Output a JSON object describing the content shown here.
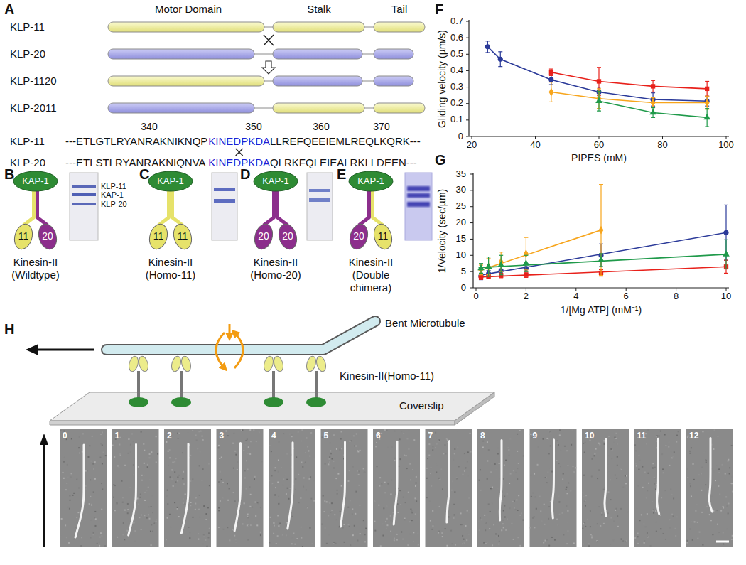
{
  "diagram": {
    "nodes": [
      {
        "text": [
          "KAP-1"
        ]
      },
      {
        "text": [
          "11"
        ]
      },
      {
        "text": [
          "20"
        ]
      },
      {
        "text": [
          "KAP-1"
        ]
      },
      {
        "text": [
          "11"
        ]
      },
      {
        "text": [
          "11"
        ]
      },
      {
        "text": [
          "KAP-1"
        ]
      },
      {
        "text": [
          "20"
        ]
      },
      {
        "text": [
          "20"
        ]
      },
      {
        "text": [
          "KAP-1"
        ]
      },
      {
        "text": [
          "20"
        ]
      },
      {
        "text": [
          "11"
        ]
      }
    ],
    "edges": [
      {
        "from": 0,
        "to": 1,
        "arrow": "none"
      },
      {
        "from": 0,
        "to": 2,
        "arrow": "none"
      },
      {
        "from": 3,
        "to": 4,
        "arrow": "none"
      },
      {
        "from": 3,
        "to": 5,
        "arrow": "none"
      },
      {
        "from": 6,
        "to": 7,
        "arrow": "none"
      },
      {
        "from": 6,
        "to": 8,
        "arrow": "none"
      },
      {
        "from": 9,
        "to": 10,
        "arrow": "none"
      },
      {
        "from": 9,
        "to": 11,
        "arrow": "none"
      }
    ],
    "labels": [
      "A",
      "Motor Domain",
      "Stalk",
      "Tail",
      "KLP-11",
      "KLP-20",
      "KLP-1120",
      "KLP-2011",
      "340",
      "350",
      "360",
      "370",
      "KLP-11",
      "---ETLGTLRYANRAKNIKNQP",
      "KINEDPKDA",
      "LLREFQEEIEMLREQLKQRK---",
      "KLP-20",
      "---ETLSTLRYANRAKNIQNVA",
      "KINEDPKDA",
      "QLRKFQLEIEALRKI LDEEN---",
      "B",
      "KLP-11",
      "KAP-1",
      "KLP-20",
      "Kinesin-II (Wildtype)",
      "C",
      "Kinesin-II (Homo-11)",
      "D",
      "Kinesin-II (Homo-20)",
      "E",
      "Kinesin-II (Double chimera)",
      "F",
      "Gliding velocity (µm/s)",
      "0",
      "0.1",
      "0.2",
      "0.3",
      "0.4",
      "0.5",
      "0.6",
      "0.7",
      "20",
      "40",
      "60",
      "80",
      "100",
      "PIPES (mM)",
      "G",
      "1/Velocity (sec/µm)",
      "0",
      "5",
      "10",
      "15",
      "20",
      "25",
      "30",
      "35",
      "0",
      "2",
      "4",
      "6",
      "8",
      "10",
      "1/[Mg ATP] (mM⁻¹)",
      "H",
      "Bent Microtubule",
      "Kinesin-II(Homo-11)",
      "Coverslip",
      "0",
      "1",
      "2",
      "3",
      "4",
      "5",
      "6",
      "7",
      "8",
      "9",
      "10",
      "11",
      "12"
    ]
  }
}
